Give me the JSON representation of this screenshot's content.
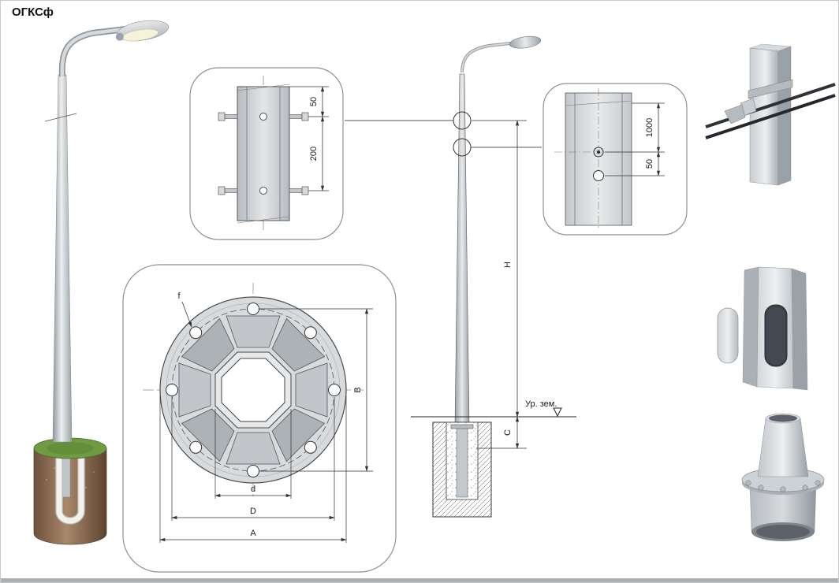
{
  "title": "ОГКСф",
  "detail_flange_side": {
    "dim_edge_to_bolt": "50",
    "dim_bolt_spacing": "200"
  },
  "detail_mount_holes": {
    "dim_hole_spacing": "1000",
    "dim_bolt_to_hole": "50"
  },
  "detail_flange_plan": {
    "hole_label": "f",
    "dim_hole_span_vertical": "B",
    "dim_across_flats": "d",
    "dim_bolt_circle": "D",
    "dim_overall": "A"
  },
  "elevation": {
    "dim_height_label": "H",
    "dim_embed_label": "C",
    "ground_level_label": "Ур. зем."
  },
  "colors": {
    "line": "#333333",
    "pole_gray": "#c8cdd1",
    "foundation_brown": "#7d5f49",
    "grass_green": "#6f9c43",
    "card_border": "#909090",
    "lamp_glow": "#f7f3da"
  }
}
